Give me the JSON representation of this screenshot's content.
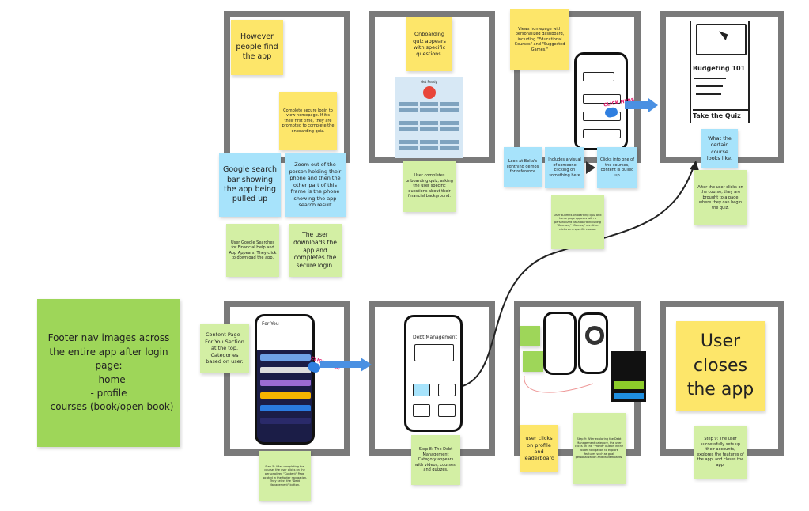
{
  "notes": {
    "however": "However people find the app",
    "secure_login": "Complete secure login to view homepage. If it's their first time, they are prompted to complete the onboarding quiz.",
    "google_bar": "Google search bar showing the app being pulled up",
    "zoom_out": "Zoom out of the person holding their phone and then the other part of this frame is the phone showing the app search result",
    "user_google": "User Google Searches for Financial Help and App Appears. They click to download the app.",
    "downloads": "The user downloads the app and completes the secure login.",
    "onboarding": "Onboarding quiz appears with specific questions.",
    "completes_quiz": "User completes onboarding quiz, asking the user specific questions about their financial background.",
    "views_home": "Views homepage with personalized dashboard, including \"Educational Courses\" and \"Suggested Games.\"",
    "bella": "Look at Bella's lightning demos for reference",
    "visual": "Includes a visual of someone clicking on something here",
    "clicks_into": "Clicks into one of the courses, content is pulled up",
    "submits": "User submits onboarding quiz and home page appears with a personalized dashboard including \"Courses,\" \"Games,\" etc. User clicks on a specific course.",
    "course_looks": "What the certain course looks like.",
    "after_click": "After the user clicks on the course, they are brought to a page where they can begin the quiz.",
    "footer_nav": "Footer nav images across the entire app after login page:\n- home\n- profile\n- courses (book/open book)",
    "content_page": "Content Page - For You Section at the top. Categories based on user.",
    "step5": "Step 5: After completing the course, the user clicks on the personalized \"Content\" Page located in the footer navigation. They select the \"Debt Management\" button.",
    "step8": "Step 8: The Debt Management Category appears with videos, courses, and quizzes.",
    "profile_click": "user clicks on profile and leaderboard",
    "step9a": "Step 9: After exploring the Debt Management category, the user clicks on the \"Profile\" button in the footer navigation to explore features such as goal personalization and leaderboards.",
    "closes": "User closes the app",
    "step9b": "Step 9: The user successfully sets up their accounts, explores the features of the app, and closes the app."
  },
  "sketches": {
    "course_title": "Budgeting 101",
    "take_quiz": "Take the Quiz",
    "debt_header": "Debt Management",
    "for_you": "For You",
    "quiz_title": "Get Ready",
    "click_here": "CLICK HERE"
  },
  "colors": {
    "frame": "#7a7a7a",
    "yellow_note": "#fde66a",
    "blue_note": "#a7e3fb",
    "green_note": "#d3efa4",
    "arrow_blue": "#4a90e2"
  }
}
